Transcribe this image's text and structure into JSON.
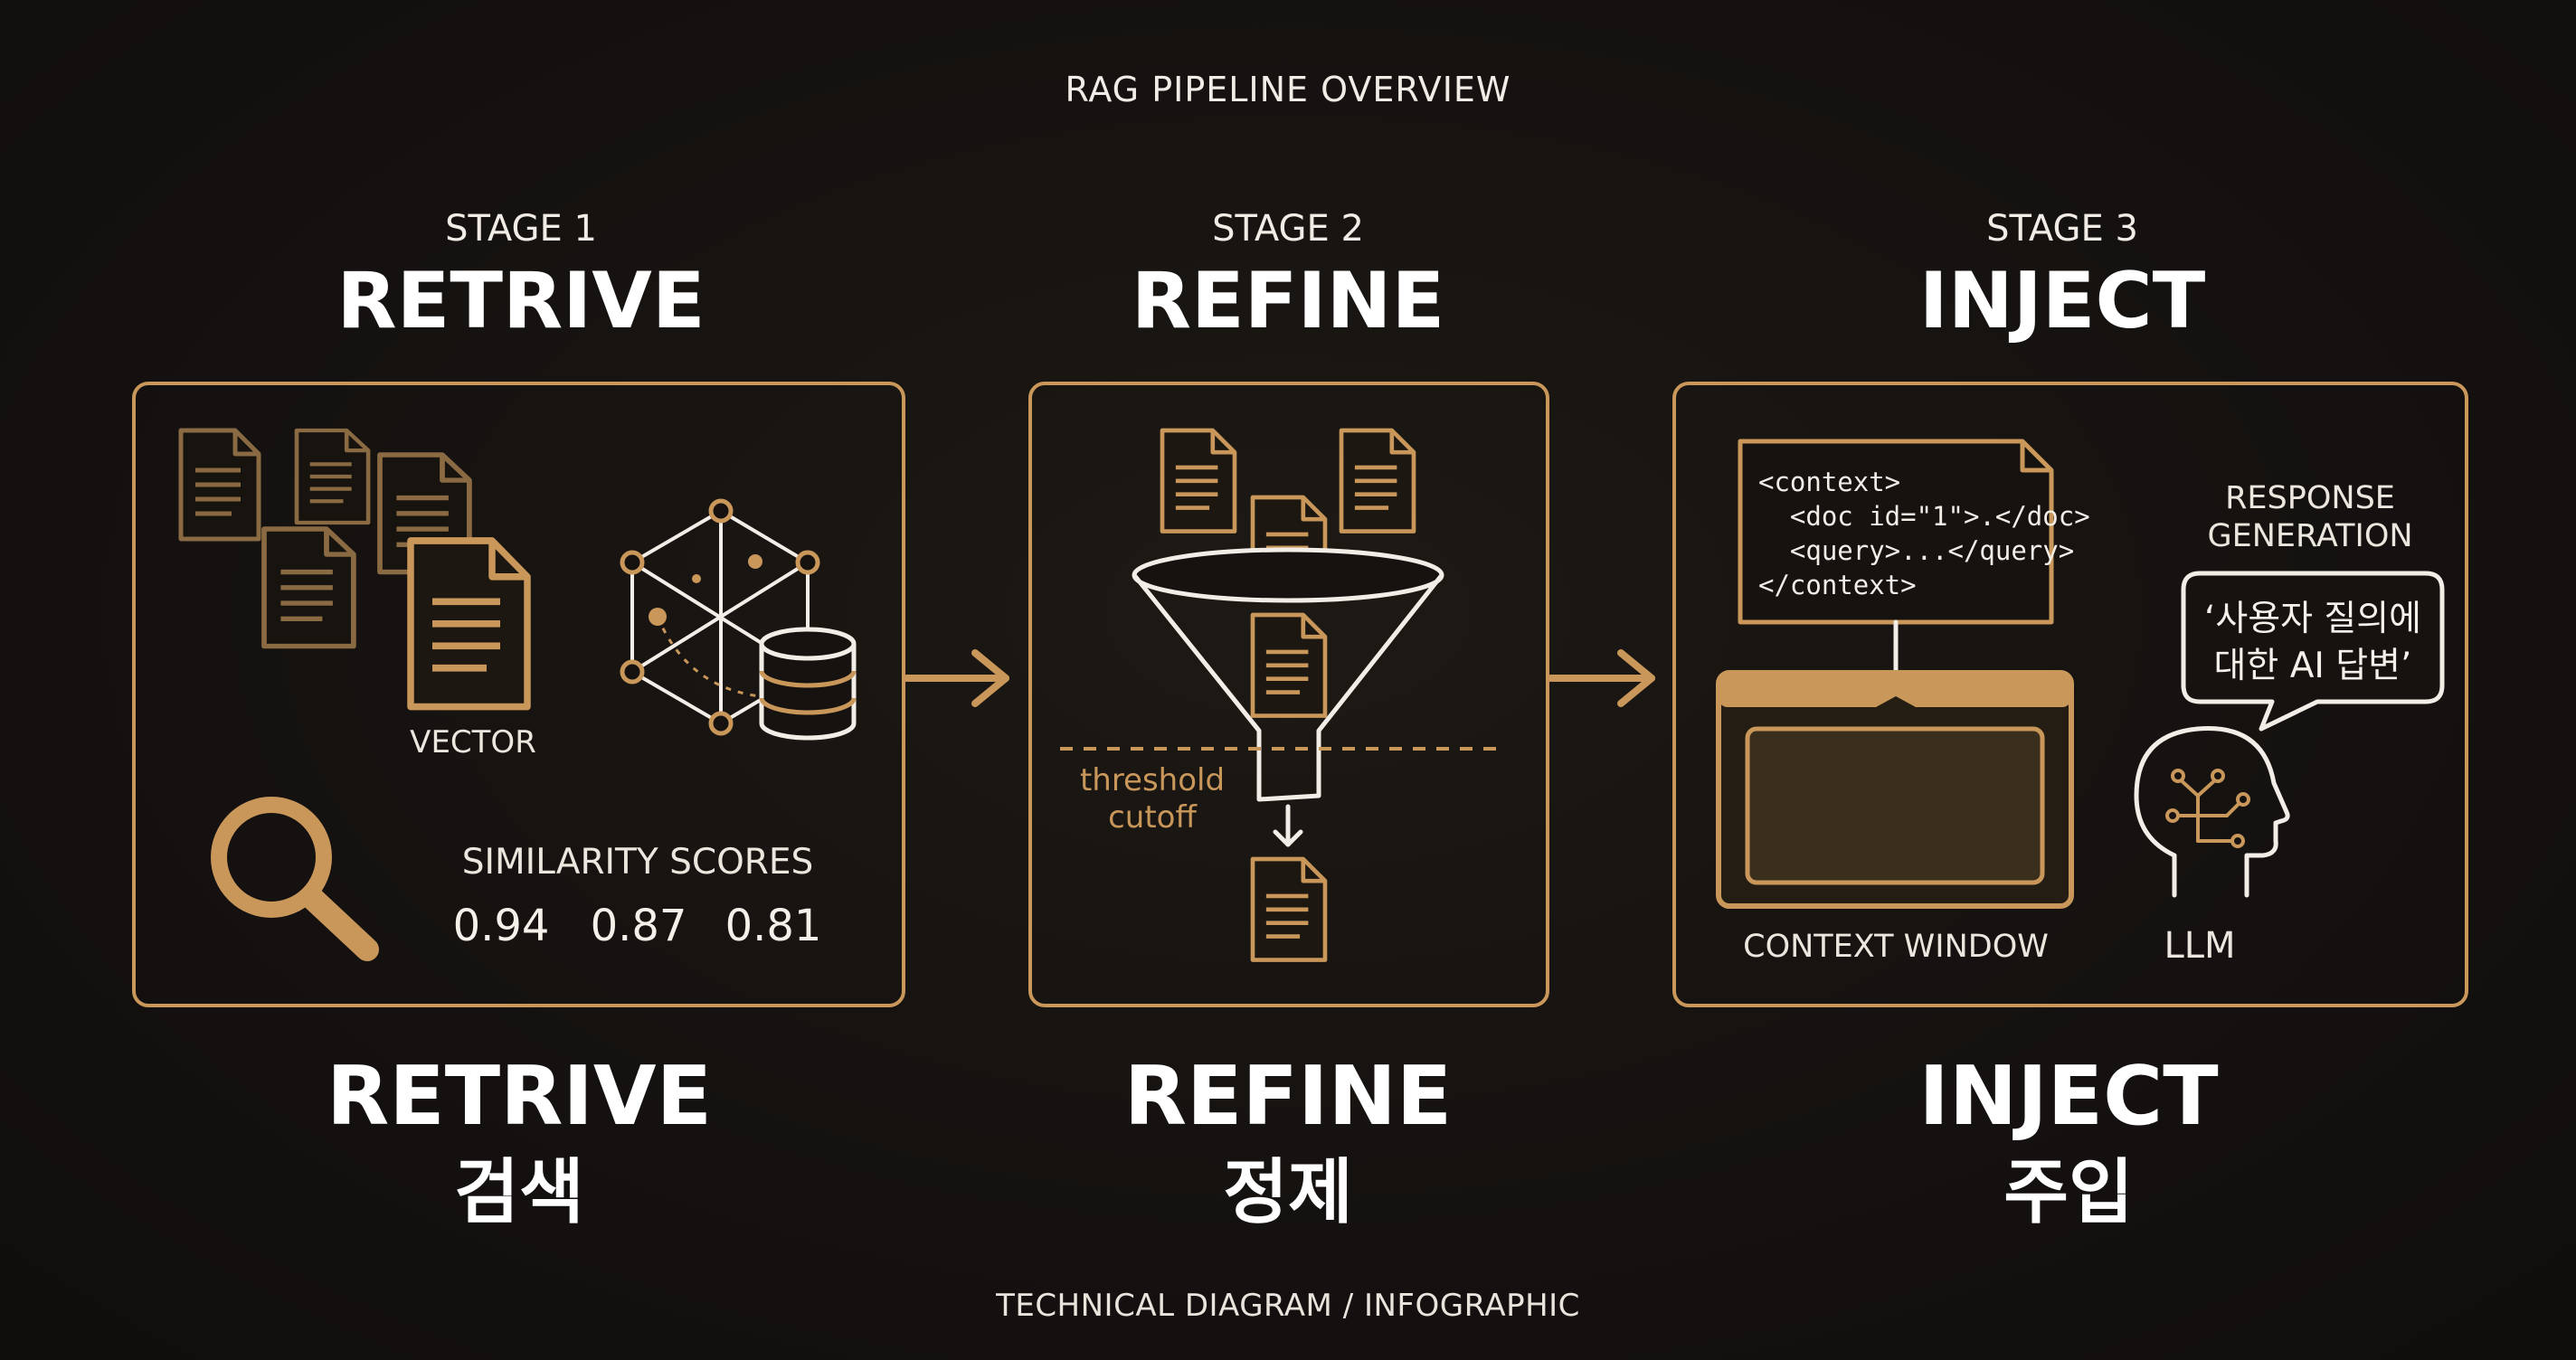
{
  "header": {
    "title": "RAG PIPELINE OVERVIEW"
  },
  "footer": {
    "text": "TECHNICAL DIAGRAM / INFOGRAPHIC"
  },
  "stages": [
    {
      "label": "STAGE 1",
      "name": "RETRIVE",
      "bottom_name": "RETRIVE",
      "bottom_ko": "검색"
    },
    {
      "label": "STAGE 2",
      "name": "REFINE",
      "bottom_name": "REFINE",
      "bottom_ko": "정제"
    },
    {
      "label": "STAGE 3",
      "name": "INJECT",
      "bottom_name": "INJECT",
      "bottom_ko": "주입"
    }
  ],
  "retrieve": {
    "vector_label": "VECTOR",
    "scores_title": "SIMILARITY SCORES",
    "scores": [
      "0.94",
      "0.87",
      "0.81"
    ]
  },
  "refine": {
    "threshold_line1": "threshold",
    "threshold_line2": "cutoff"
  },
  "inject": {
    "code_lines": [
      "<context>",
      "  <doc id=\"1\">.</doc>",
      "  <query>...</query>",
      "</context>"
    ],
    "context_window_label": "CONTEXT WINDOW",
    "response_line1": "RESPONSE",
    "response_line2": "GENERATION",
    "bubble_line1": "‘사용자 질의에",
    "bubble_line2": "대한 AI 답변’",
    "llm_label": "LLM"
  },
  "colors": {
    "accent": "#c9975a",
    "background": "#15120f",
    "text": "#ffffff"
  },
  "icons": [
    "document-icon",
    "vector-graph-icon",
    "database-icon",
    "search-icon",
    "funnel-icon",
    "arrow-right-icon",
    "arrow-down-icon",
    "code-document-icon",
    "browser-window-icon",
    "speech-bubble-icon",
    "ai-head-icon"
  ]
}
